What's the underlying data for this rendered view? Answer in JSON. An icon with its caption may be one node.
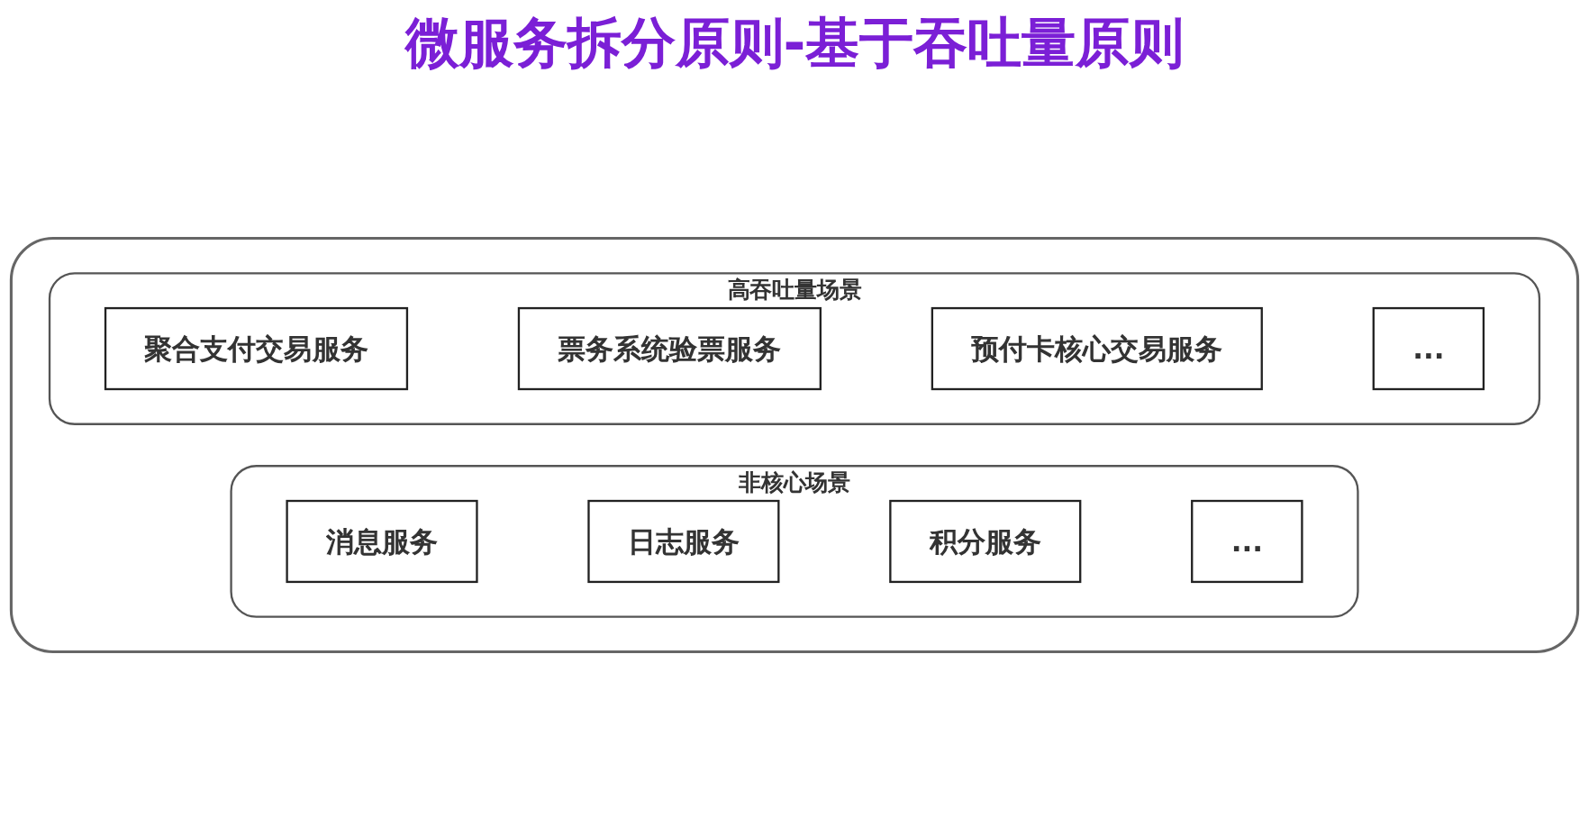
{
  "diagram": {
    "title": "微服务拆分原则-基于吞吐量原则",
    "nodes": [
      {
        "text": [],
        "shape": "box"
      },
      {
        "text": [
          "高吞吐量场景"
        ],
        "in": 0
      },
      {
        "text": [
          "聚合支付交易服务"
        ],
        "in": 1
      },
      {
        "text": [
          "票务系统验票服务"
        ],
        "in": 1
      },
      {
        "text": [
          "预付卡核心交易服务"
        ],
        "in": 1
      },
      {
        "text": [
          "..."
        ],
        "in": 1
      },
      {
        "text": [
          "非核心场景"
        ],
        "in": 0
      },
      {
        "text": [
          "消息服务"
        ],
        "in": 6
      },
      {
        "text": [
          "日志服务"
        ],
        "in": 6
      },
      {
        "text": [
          "积分服务"
        ],
        "in": 6
      },
      {
        "text": [
          "..."
        ],
        "in": 6
      }
    ],
    "edges": []
  }
}
